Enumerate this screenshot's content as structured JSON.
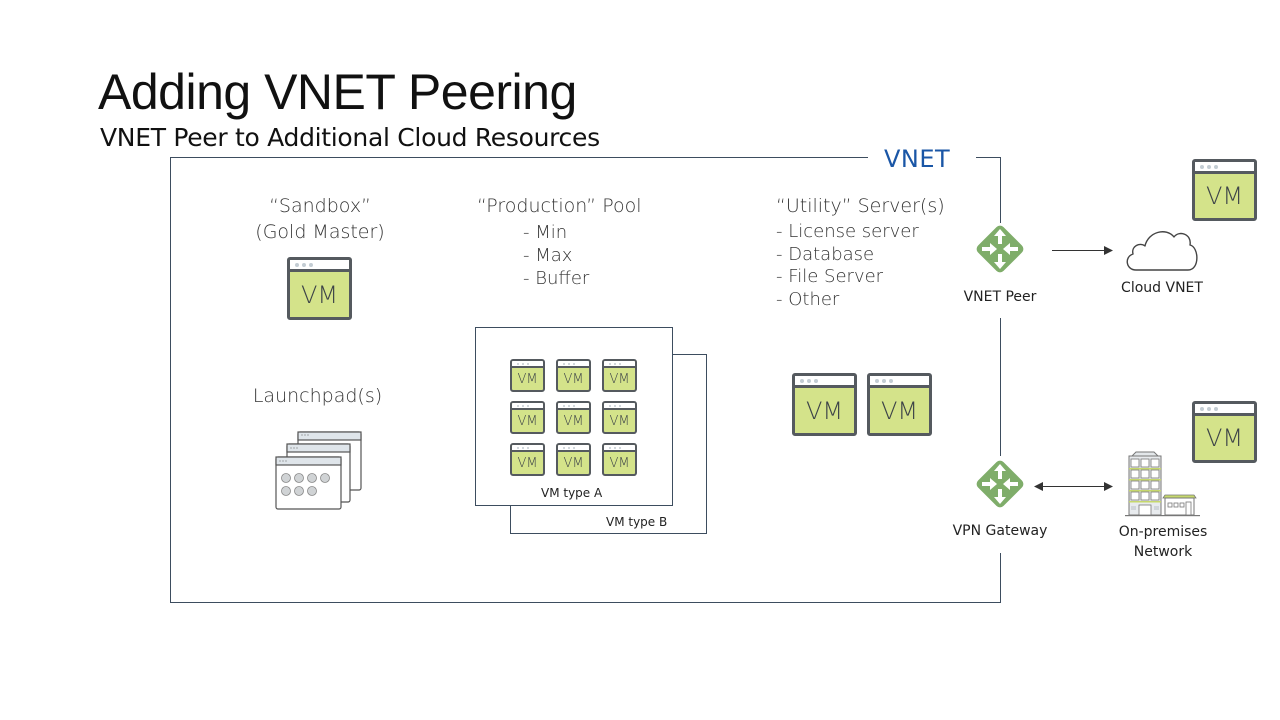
{
  "slide": {
    "title": "Adding VNET Peering",
    "subtitle": "VNET Peer to Additional Cloud Resources"
  },
  "vnet": {
    "label": "VNET",
    "label_color": "#1a56a6",
    "border_color": "#3d4d5f"
  },
  "sandbox": {
    "line1": "“Sandbox”",
    "line2": "(Gold Master)",
    "vm_label": "VM"
  },
  "launchpad": {
    "label": "Launchpad(s)"
  },
  "production": {
    "title": "“Production” Pool",
    "items": [
      "- Min",
      "- Max",
      "- Buffer"
    ],
    "type_a_label": "VM type  A",
    "type_b_label": "VM type  B",
    "vm_label": "VM",
    "vm_count": 9
  },
  "utility": {
    "title": "“Utility” Server(s)",
    "items": [
      "- License server",
      "- Database",
      "- File Server",
      "- Other"
    ],
    "vm_label": "VM",
    "vm_count": 2
  },
  "vnet_peer": {
    "label": "VNET Peer",
    "icon": "router-icon",
    "color": "#7fad6a"
  },
  "cloud_vnet": {
    "label": "Cloud VNET",
    "icon": "cloud-icon",
    "vm_label": "VM"
  },
  "vpn_gateway": {
    "label": "VPN Gateway",
    "icon": "router-icon"
  },
  "on_premises": {
    "line1": "On-premises",
    "line2": "Network",
    "icon": "building-icon",
    "vm_label": "VM"
  },
  "colors": {
    "vm_fill": "#d4e38a",
    "vm_border": "#555a5f",
    "router_green": "#7fad6a"
  }
}
